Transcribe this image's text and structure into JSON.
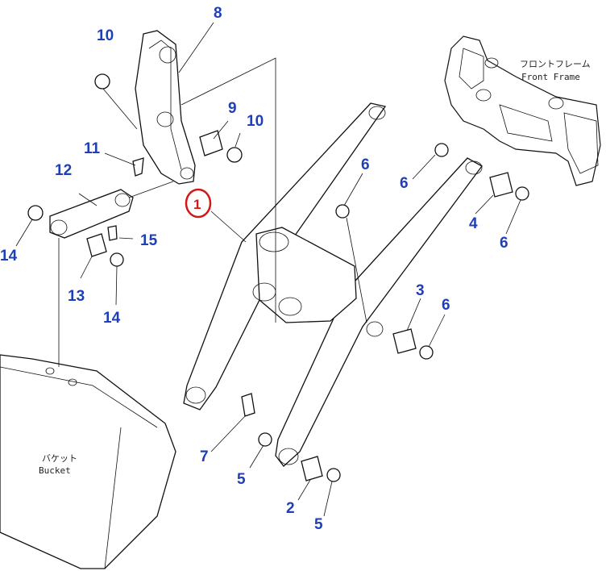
{
  "labels": {
    "main": "1",
    "n2": "2",
    "n3": "3",
    "n4": "4",
    "n5a": "5",
    "n5b": "5",
    "n6a": "6",
    "n6b": "6",
    "n6c": "6",
    "n6d": "6",
    "n7": "7",
    "n8": "8",
    "n9": "9",
    "n10a": "10",
    "n10b": "10",
    "n11": "11",
    "n12": "12",
    "n13": "13",
    "n14a": "14",
    "n14b": "14",
    "n15": "15"
  },
  "captions": {
    "front_frame_jp": "フロントフレーム",
    "front_frame_en": "Front Frame",
    "bucket_jp": "バケット",
    "bucket_en": "Bucket"
  },
  "colors": {
    "label": "#1f3fb8",
    "highlight": "#d01818",
    "line": "#111111"
  }
}
